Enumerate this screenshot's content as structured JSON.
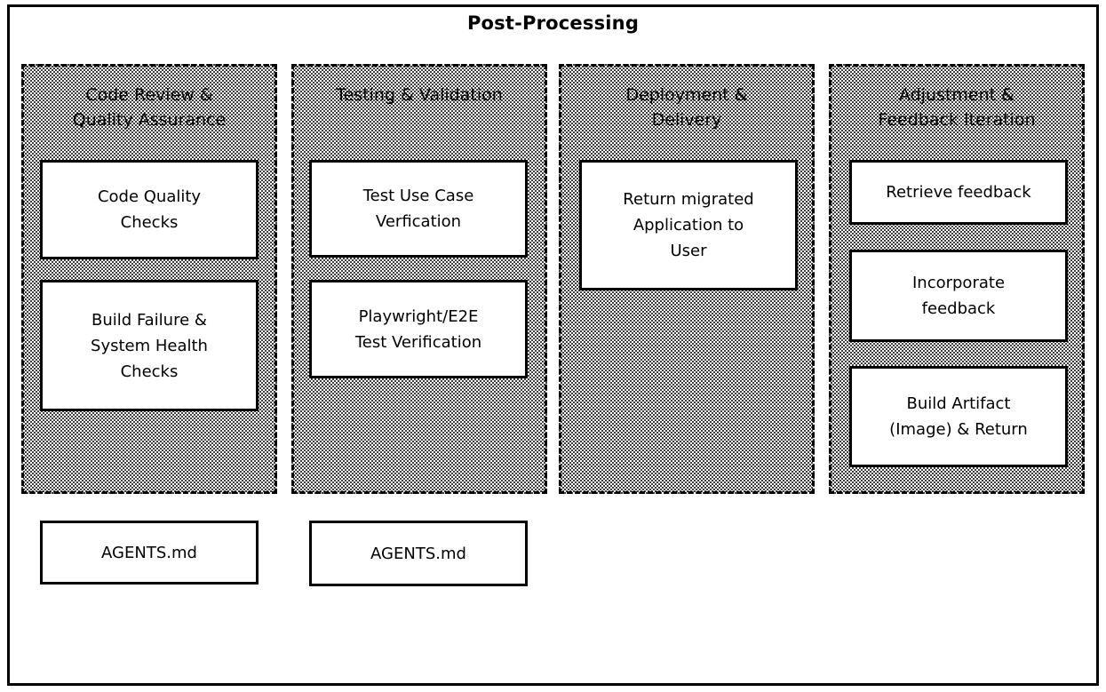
{
  "diagram": {
    "title": "Post-Processing",
    "background_color": "#ffffff",
    "line_color": "#000000",
    "groups": [
      {
        "id": "code-review-quality-assurance",
        "title": "Code Review &\nQuality Assurance",
        "border_style": "dashed",
        "fill": "stipple-dots",
        "boxes": [
          {
            "id": "code-quality-checks",
            "label": "Code Quality\nChecks"
          },
          {
            "id": "build-failure-system-health-checks",
            "label": "Build Failure &\nSystem Health\nChecks"
          }
        ]
      },
      {
        "id": "testing-validation",
        "title": "Testing & Validation",
        "border_style": "dashed",
        "fill": "stipple-dots",
        "boxes": [
          {
            "id": "test-use-case-verfication",
            "label": "Test Use Case\nVerfication"
          },
          {
            "id": "playwright-e2e-test-verification",
            "label": "Playwright/E2E\nTest Verification"
          }
        ]
      },
      {
        "id": "deployment-delivery",
        "title": "Deployment &\nDelivery",
        "border_style": "dashed",
        "fill": "stipple-dots",
        "boxes": [
          {
            "id": "return-migrated-application-to-user",
            "label": "Return migrated\nApplication to\nUser"
          }
        ]
      },
      {
        "id": "adjustment-feedback-iteration",
        "title": "Adjustment &\nFeedback Iteration",
        "border_style": "dashed",
        "fill": "stipple-dots",
        "boxes": [
          {
            "id": "retrieve-feedback",
            "label": "Retrieve feedback"
          },
          {
            "id": "incorporate-feedback",
            "label": "Incorporate\nfeedback"
          },
          {
            "id": "build-artifact-image-return",
            "label": "Build Artifact\n(Image) & Return"
          }
        ]
      }
    ],
    "standalone_boxes": [
      {
        "id": "agents-md-1",
        "label": "AGENTS.md"
      },
      {
        "id": "agents-md-2",
        "label": "AGENTS.md"
      }
    ]
  }
}
